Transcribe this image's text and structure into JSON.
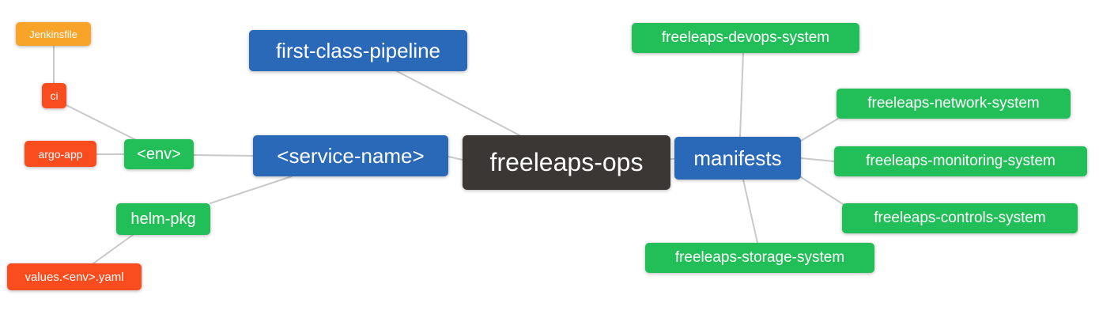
{
  "diagram": {
    "type": "mindmap",
    "root": "freeleaps-ops",
    "colors": {
      "root_node": "#3b3735",
      "level1_node": "#2a68b8",
      "level2_node": "#22bf58",
      "level3_node": "#f94d1f",
      "level4_node": "#f7a428",
      "edge": "#c9c9c9",
      "node_text": "#ffffff",
      "background": "#ffffff"
    },
    "nodes": [
      {
        "id": "freeleaps-ops",
        "label": "freeleaps-ops",
        "level": 0,
        "color": "#3b3735"
      },
      {
        "id": "first-class-pipeline",
        "label": "first-class-pipeline",
        "level": 1,
        "color": "#2a68b8"
      },
      {
        "id": "service-name",
        "label": "<service-name>",
        "level": 1,
        "color": "#2a68b8"
      },
      {
        "id": "manifests",
        "label": "manifests",
        "level": 1,
        "color": "#2a68b8"
      },
      {
        "id": "env",
        "label": "<env>",
        "level": 2,
        "color": "#22bf58"
      },
      {
        "id": "helm-pkg",
        "label": "helm-pkg",
        "level": 2,
        "color": "#22bf58"
      },
      {
        "id": "ci",
        "label": "ci",
        "level": 3,
        "color": "#f94d1f"
      },
      {
        "id": "argo-app",
        "label": "argo-app",
        "level": 3,
        "color": "#f94d1f"
      },
      {
        "id": "jenkinsfile",
        "label": "Jenkinsfile",
        "level": 4,
        "color": "#f7a428"
      },
      {
        "id": "values-env-yaml",
        "label": "values.<env>.yaml",
        "level": 3,
        "color": "#f94d1f"
      },
      {
        "id": "freeleaps-devops-system",
        "label": "freeleaps-devops-system",
        "level": 2,
        "color": "#22bf58"
      },
      {
        "id": "freeleaps-network-system",
        "label": "freeleaps-network-system",
        "level": 2,
        "color": "#22bf58"
      },
      {
        "id": "freeleaps-monitoring-system",
        "label": "freeleaps-monitoring-system",
        "level": 2,
        "color": "#22bf58"
      },
      {
        "id": "freeleaps-controls-system",
        "label": "freeleaps-controls-system",
        "level": 2,
        "color": "#22bf58"
      },
      {
        "id": "freeleaps-storage-system",
        "label": "freeleaps-storage-system",
        "level": 2,
        "color": "#22bf58"
      }
    ],
    "edges": [
      [
        "Jenkinsfile",
        "ci"
      ],
      [
        "ci",
        "<env>"
      ],
      [
        "argo-app",
        "<env>"
      ],
      [
        "<env>",
        "<service-name>"
      ],
      [
        "helm-pkg",
        "<service-name>"
      ],
      [
        "values.<env>.yaml",
        "helm-pkg"
      ],
      [
        "first-class-pipeline",
        "freeleaps-ops"
      ],
      [
        "<service-name>",
        "freeleaps-ops"
      ],
      [
        "freeleaps-ops",
        "manifests"
      ],
      [
        "manifests",
        "freeleaps-devops-system"
      ],
      [
        "manifests",
        "freeleaps-network-system"
      ],
      [
        "manifests",
        "freeleaps-monitoring-system"
      ],
      [
        "manifests",
        "freeleaps-controls-system"
      ],
      [
        "manifests",
        "freeleaps-storage-system"
      ]
    ]
  }
}
